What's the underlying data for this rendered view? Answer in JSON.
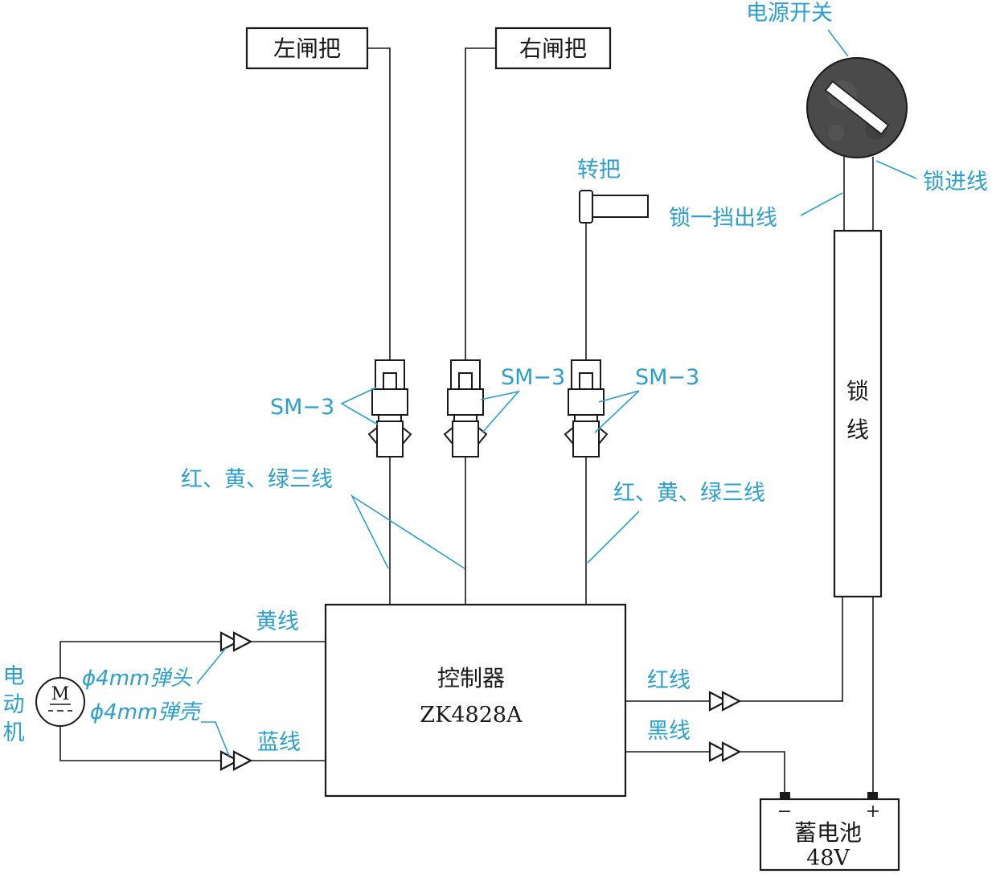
{
  "labels": {
    "left_brake": "左闸把",
    "right_brake": "右闸把",
    "power_switch": "电源开关",
    "throttle": "转把",
    "lock_in_wire": "锁进线",
    "lock_out_wire": "锁一挡出线",
    "lock_wire": [
      "锁",
      "线"
    ],
    "connector_1": "SM−3",
    "connector_2": "SM−3",
    "connector_3": "SM−3",
    "three_wires_1": "红、黄、绿三线",
    "three_wires_2": "红、黄、绿三线",
    "controller_name": "控制器",
    "controller_model": "ZK4828A",
    "yellow_wire": "黄线",
    "blue_wire": "蓝线",
    "red_wire": "红线",
    "black_wire": "黑线",
    "motor": [
      "电",
      "动",
      "机"
    ],
    "motor_symbol": "M",
    "bullet_plug": "ϕ4mm弹头",
    "bullet_socket": "ϕ4mm弹壳",
    "battery_name": "蓄电池",
    "battery_voltage": "48V",
    "battery_neg": "−",
    "battery_pos": "+"
  },
  "colors": {
    "line": "#1a1a1a",
    "annotation": "#2aa0cf",
    "switch_knob": "#4a4a4a",
    "background": "#ffffff"
  }
}
